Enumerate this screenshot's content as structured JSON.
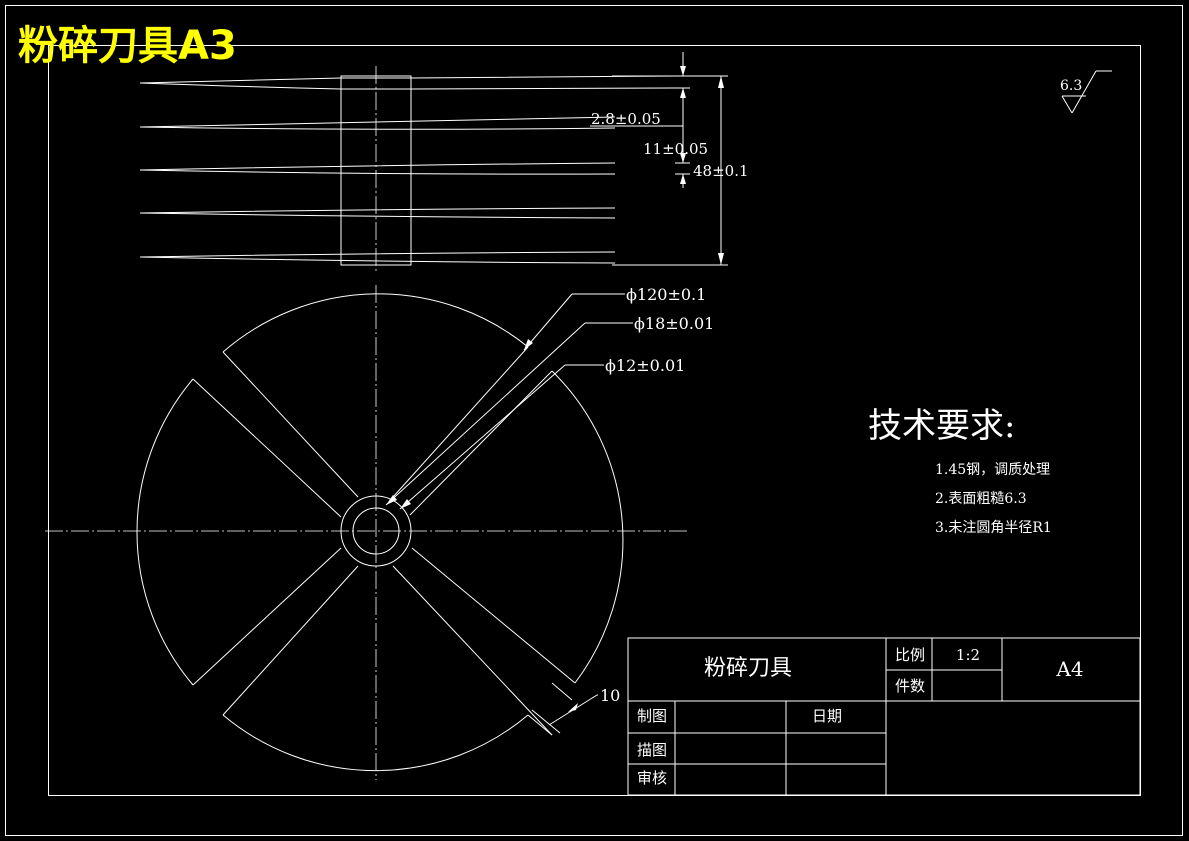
{
  "sheet_title": "粉碎刀具A3",
  "dimensions": {
    "thickness": "2.8±0.05",
    "spacing": "11±0.05",
    "overall": "48±0.1",
    "outer_diameter": "ϕ120±0.1",
    "hub_diameter": "ϕ18±0.01",
    "bore_diameter": "ϕ12±0.01",
    "slot_width": "10"
  },
  "roughness": {
    "value": "6.3"
  },
  "requirements": {
    "heading": "技术要求:",
    "items": [
      "1.45钢，调质处理",
      "2.表面粗糙6.3",
      "3.未注圆角半径R1"
    ]
  },
  "title_block": {
    "part_name": "粉碎刀具",
    "scale_label": "比例",
    "scale_value": "1:2",
    "quantity_label": "件数",
    "sheet_size": "A4",
    "drawn_label": "制图",
    "date_label": "日期",
    "traced_label": "描图",
    "checked_label": "审核"
  }
}
